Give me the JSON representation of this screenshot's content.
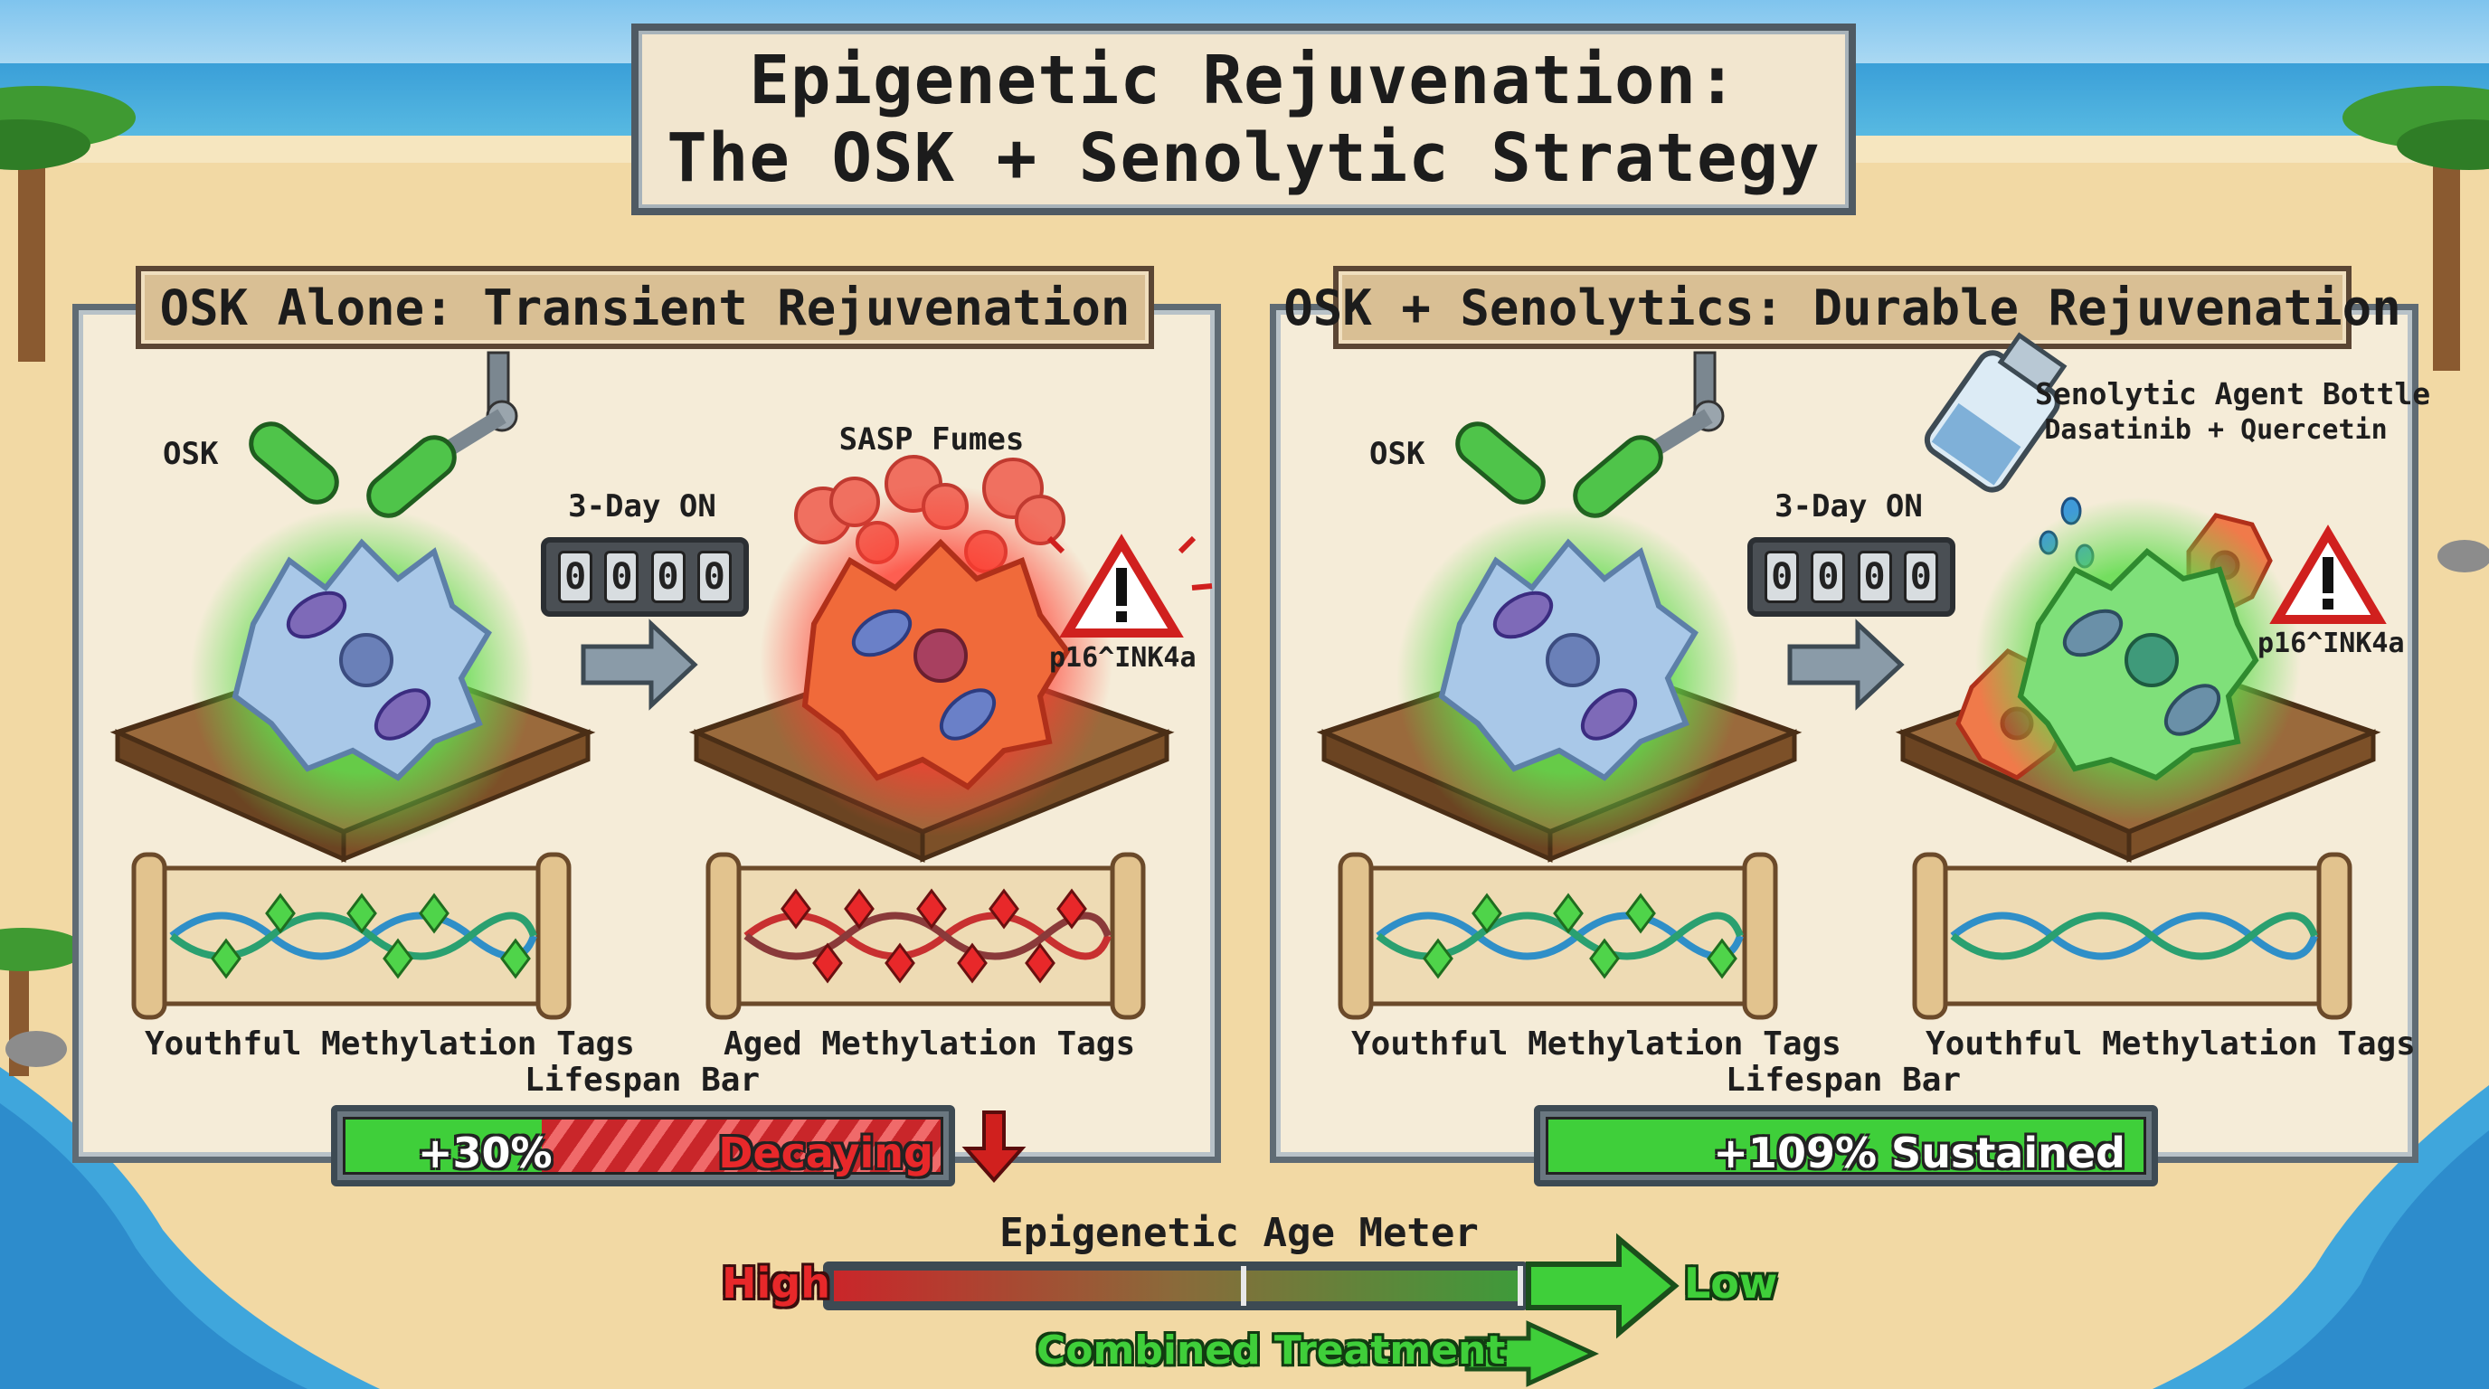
{
  "title": {
    "line1": "Epigenetic Rejuvenation:",
    "line2": "The OSK + Senolytic Strategy"
  },
  "left_panel": {
    "header": "OSK Alone: Transient Rejuvenation",
    "osk_label": "OSK",
    "timer_label": "3-Day ON",
    "timer_digits": [
      "0",
      "0",
      "0",
      "0"
    ],
    "fumes_label": "SASP Fumes",
    "marker_label": "p16^INK4a",
    "scroll_left_label": "Youthful Methylation Tags",
    "scroll_right_label": "Aged Methylation Tags",
    "lifespan_label": "Lifespan Bar",
    "lifespan_gain": "+30%",
    "lifespan_status": "Decaying",
    "lifespan_fraction": 0.33
  },
  "right_panel": {
    "header": "OSK + Senolytics: Durable Rejuvenation",
    "osk_label": "OSK",
    "timer_label": "3-Day ON",
    "timer_digits": [
      "0",
      "0",
      "0",
      "0"
    ],
    "bottle_label": "Senolytic Agent Bottle",
    "bottle_sub": "Dasatinib + Quercetin",
    "marker_label": "p16^INK4a",
    "scroll_left_label": "Youthful Methylation Tags",
    "scroll_right_label": "Youthful Methylation Tags",
    "lifespan_label": "Lifespan Bar",
    "lifespan_text": "+109% Sustained",
    "lifespan_fraction": 1.0
  },
  "age_meter": {
    "title": "Epigenetic Age Meter",
    "high_label": "High",
    "low_label": "Low",
    "treatment_label": "Combined Treatment"
  },
  "colors": {
    "youthful": "#3fcf3a",
    "aged": "#e8282a",
    "healthy_cell": "#a9c8e8",
    "senescent_cell": "#f06a3a",
    "panel_border": "#5f6b74"
  }
}
